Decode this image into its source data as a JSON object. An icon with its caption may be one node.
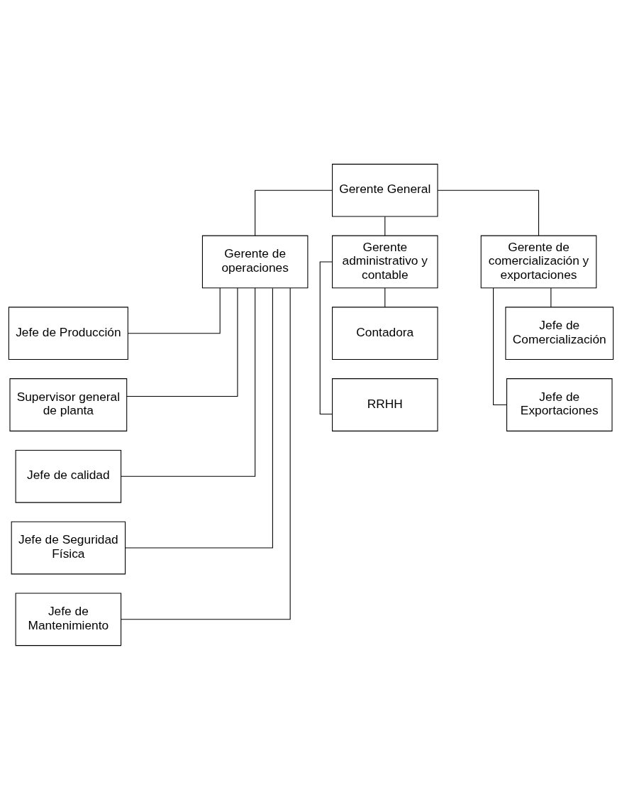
{
  "diagram": {
    "nodes": [
      {
        "text": [
          "Gerente General"
        ]
      },
      {
        "text": [
          "Gerente de operaciones"
        ]
      },
      {
        "text": [
          "Gerente administrativo y contable"
        ]
      },
      {
        "text": [
          "Gerente de comercialización y exportaciones"
        ]
      },
      {
        "text": [
          "Jefe de Producción"
        ]
      },
      {
        "text": [
          "Supervisor general de planta"
        ]
      },
      {
        "text": [
          "Jefe de calidad"
        ]
      },
      {
        "text": [
          "Jefe de Seguridad Física"
        ]
      },
      {
        "text": [
          "Jefe de Mantenimiento"
        ]
      },
      {
        "text": [
          "Contadora"
        ]
      },
      {
        "text": [
          "RRHH"
        ]
      },
      {
        "text": [
          "Jefe de Comercialización"
        ]
      },
      {
        "text": [
          "Jefe de Exportaciones"
        ]
      }
    ],
    "edges": [
      {
        "from": 0,
        "to": 1,
        "arrow": "none"
      },
      {
        "from": 0,
        "to": 2,
        "arrow": "none"
      },
      {
        "from": 0,
        "to": 3,
        "arrow": "none"
      },
      {
        "from": 1,
        "to": 4,
        "arrow": "none"
      },
      {
        "from": 1,
        "to": 5,
        "arrow": "none"
      },
      {
        "from": 1,
        "to": 6,
        "arrow": "none"
      },
      {
        "from": 1,
        "to": 7,
        "arrow": "none"
      },
      {
        "from": 1,
        "to": 8,
        "arrow": "none"
      },
      {
        "from": 2,
        "to": 9,
        "arrow": "none"
      },
      {
        "from": 2,
        "to": 10,
        "arrow": "none"
      },
      {
        "from": 3,
        "to": 11,
        "arrow": "none"
      },
      {
        "from": 3,
        "to": 12,
        "arrow": "none"
      }
    ]
  }
}
